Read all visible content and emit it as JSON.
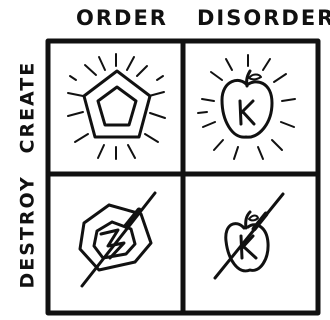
{
  "columns": {
    "order": "ORDER",
    "disorder": "DISORDER"
  },
  "rows": {
    "create": "CREATE",
    "destroy": "DESTROY"
  },
  "cells": [
    {
      "name": "order-create",
      "symbol": "pentagon-icon",
      "letter": ""
    },
    {
      "name": "disorder-create",
      "symbol": "apple-icon",
      "letter": "K"
    },
    {
      "name": "order-destroy",
      "symbol": "broken-pentagon-icon",
      "letter": ""
    },
    {
      "name": "disorder-destroy",
      "symbol": "broken-apple-icon",
      "letter": "K"
    }
  ],
  "colors": {
    "ink": "#111111",
    "background": "#ffffff"
  }
}
